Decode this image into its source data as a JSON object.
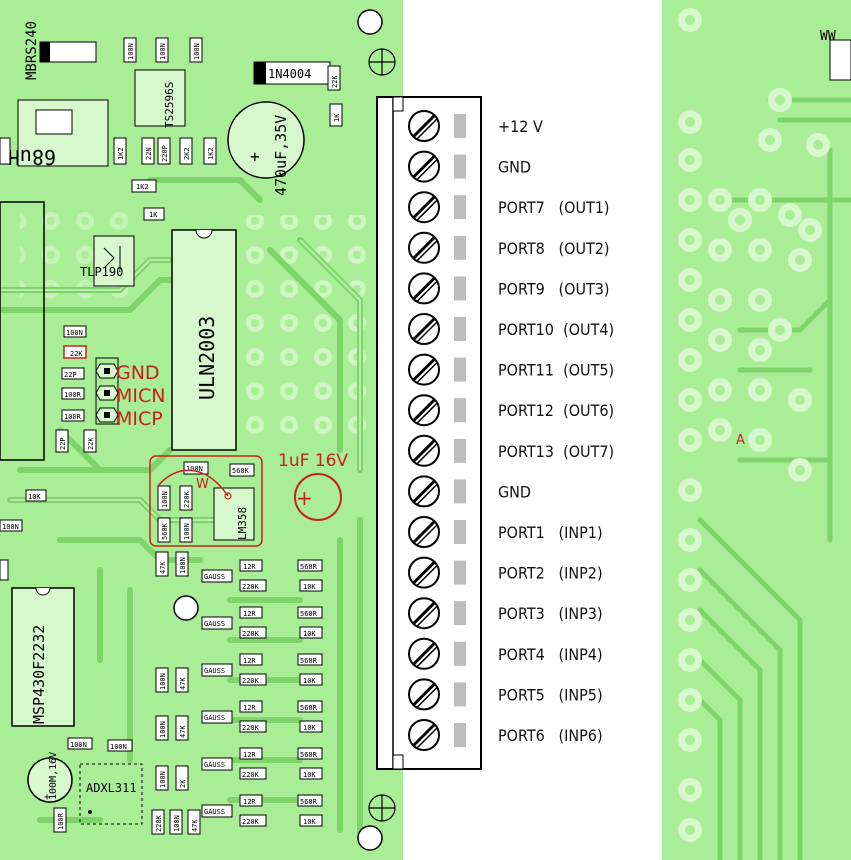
{
  "colors": {
    "board": "#a9ee97",
    "trace": "#7ed36a",
    "copper_light": "#d7f7cd",
    "silkscreen": "#000000",
    "annotation": "#c8201a",
    "terminal": "#ffffff"
  },
  "components": {
    "diode_mbr": "MBRS240",
    "inductor": "68uH",
    "regulator": "TS2596S",
    "diode_1n4004": "1N4004",
    "cap_470": "470uF,35V",
    "driver_ic": "ULN2003",
    "optocoupler": "TLP190",
    "opamp": "LM358",
    "mcu": "MSP430F2232",
    "accelerometer": "ADXL311",
    "cap_100m": "100M,16V",
    "res_100n": "100N",
    "res_1k2": "1K2",
    "res_22n": "22N",
    "res_220p": "220P",
    "res_2k2": "2K2",
    "res_1k": "1K",
    "res_22k": "22K",
    "res_22p": "22P",
    "res_100r": "100R",
    "res_10k": "10K",
    "res_560k": "560K",
    "res_220k": "220K",
    "res_12r": "12R",
    "res_560r": "560R",
    "res_47k": "47K",
    "gauss": "GAUSS",
    "res_2k": "2K"
  },
  "annotations": {
    "gnd": "GND",
    "micn": "MICN",
    "micp": "MICP",
    "cap": "1uF 16V",
    "wire": "W",
    "point_a": "A"
  },
  "connector": {
    "labels": [
      "+12 V",
      "GND",
      "PORT7   (OUT1)",
      "PORT8   (OUT2)",
      "PORT9   (OUT3)",
      "PORT10  (OUT4)",
      "PORT11  (OUT5)",
      "PORT12  (OUT6)",
      "PORT13  (OUT7)",
      "GND",
      "PORT1   (INP1)",
      "PORT2   (INP2)",
      "PORT3   (INP3)",
      "PORT4   (INP4)",
      "PORT5   (INP5)",
      "PORT6   (INP6)"
    ]
  },
  "right_board": {
    "edge_text": "WW"
  }
}
